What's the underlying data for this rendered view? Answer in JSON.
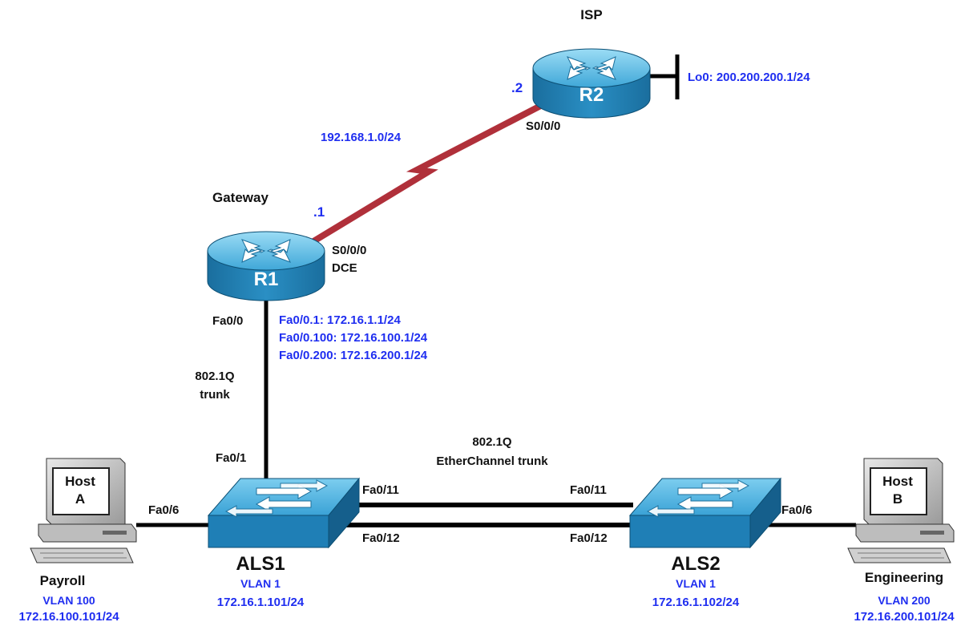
{
  "colors": {
    "serial_link": "#b0303a",
    "ethernet_link": "#000000",
    "device_blue": "#1b7fb8",
    "device_blue_light": "#6cc3ea",
    "label_blue": "#1f2ef0"
  },
  "icons": {
    "router": "router-icon",
    "switch": "switch-icon",
    "host": "pc-icon"
  },
  "r2": {
    "title": "ISP",
    "name": "R2",
    "ip_suffix": ".2",
    "serial_if": "S0/0/0",
    "loopback": "Lo0:  200.200.200.1/24"
  },
  "wan": {
    "network": "192.168.1.0/24"
  },
  "r1": {
    "title": "Gateway",
    "name": "R1",
    "ip_suffix": ".1",
    "serial_if": "S0/0/0",
    "serial_role": "DCE",
    "lan_if": "Fa0/0",
    "subifs": [
      "Fa0/0.1: 172.16.1.1/24",
      "Fa0/0.100: 172.16.100.1/24",
      "Fa0/0.200: 172.16.200.1/24"
    ]
  },
  "trunk": {
    "line1": "802.1Q",
    "line2": "trunk"
  },
  "etherchannel": {
    "line1": "802.1Q",
    "line2": "EtherChannel trunk"
  },
  "als1": {
    "name": "ALS1",
    "uplink_if": "Fa0/1",
    "host_if": "Fa0/6",
    "ec_if1": "Fa0/11",
    "ec_if2": "Fa0/12",
    "vlan": "VLAN 1",
    "ip": "172.16.1.101/24"
  },
  "als2": {
    "name": "ALS2",
    "host_if": "Fa0/6",
    "ec_if1": "Fa0/11",
    "ec_if2": "Fa0/12",
    "vlan": "VLAN 1",
    "ip": "172.16.1.102/24"
  },
  "host_a": {
    "screen_line1": "Host",
    "screen_line2": "A",
    "name": "Payroll",
    "vlan": "VLAN 100",
    "ip": "172.16.100.101/24"
  },
  "host_b": {
    "screen_line1": "Host",
    "screen_line2": "B",
    "name": "Engineering",
    "vlan": "VLAN 200",
    "ip": "172.16.200.101/24"
  }
}
